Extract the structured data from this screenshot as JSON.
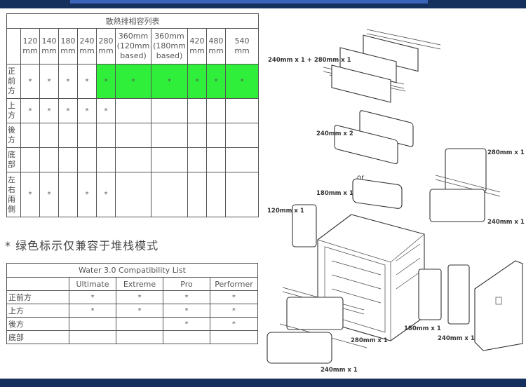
{
  "radiator_table": {
    "title": "散熱排相容列表",
    "headers": [
      "120\nmm",
      "140\nmm",
      "180\nmm",
      "240\nmm",
      "280\nmm",
      "360mm\n(120mm\nbased)",
      "360mm\n(180mm\nbased)",
      "420\nmm",
      "480\nmm",
      "540\nmm"
    ],
    "rows": [
      {
        "label": "正\n前\n方",
        "cells": [
          "*",
          "*",
          "*",
          "*",
          "*",
          "*",
          "*",
          "*",
          "*",
          "*"
        ]
      },
      {
        "label": "上\n方",
        "cells": [
          "*",
          "*",
          "*",
          "*",
          "*",
          "",
          "",
          "",
          "",
          ""
        ]
      },
      {
        "label": "後\n方",
        "cells": [
          "",
          "",
          "",
          "",
          "",
          "",
          "",
          "",
          "",
          ""
        ]
      },
      {
        "label": "底\n部",
        "cells": [
          "",
          "",
          "",
          "",
          "",
          "",
          "",
          "",
          "",
          ""
        ]
      },
      {
        "label": "左\n右\n兩\n側",
        "cells": [
          "*",
          "*",
          "",
          "*",
          "*",
          "",
          "",
          "",
          "",
          ""
        ]
      }
    ],
    "highlight_color": "#2fef3a"
  },
  "note": "* 绿色标示仅兼容于堆栈模式",
  "water_table": {
    "title": "Water 3.0 Compatibility List",
    "headers": [
      "Ultimate",
      "Extreme",
      "Pro",
      "Performer"
    ],
    "rows": [
      {
        "label": "正前方",
        "cells": [
          "*",
          "*",
          "*",
          "*"
        ]
      },
      {
        "label": "上方",
        "cells": [
          "*",
          "*",
          "*",
          "*"
        ]
      },
      {
        "label": "後方",
        "cells": [
          "",
          "",
          "*",
          "*"
        ]
      },
      {
        "label": "底部",
        "cells": [
          "",
          "",
          "",
          ""
        ]
      }
    ]
  },
  "diagram": {
    "labels": {
      "front_stacked": "240mm x 1 + 280mm x 1",
      "or_1": "or",
      "front_240x2": "240mm x 2",
      "or_2": "or",
      "front_180": "180mm x 1",
      "side_120": "120mm x 1",
      "side_280": "280mm x 1",
      "side_240": "240mm x 1",
      "rear_180": "180mm x 1",
      "rear_240": "240mm x 1",
      "top_280": "280mm x 1",
      "top_240": "240mm x 1"
    }
  },
  "colors": {
    "background": "#16305e",
    "panel": "#ffffff",
    "highlight": "#2fef3a",
    "border": "#555555"
  }
}
